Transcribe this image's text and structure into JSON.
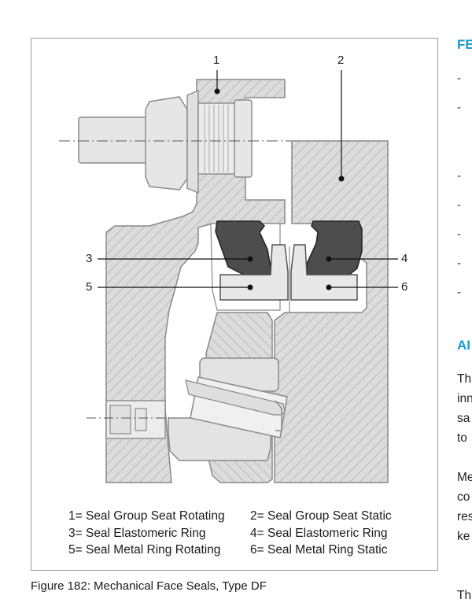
{
  "figure": {
    "callouts": [
      "1",
      "2",
      "3",
      "4",
      "5",
      "6"
    ],
    "legend": [
      [
        "1= Seal Group Seat Rotating",
        "2= Seal Group Seat Static"
      ],
      [
        "3= Seal Elastomeric Ring",
        "4= Seal Elastomeric Ring"
      ],
      [
        "5= Seal Metal Ring Rotating",
        "6= Seal Metal Ring Static"
      ]
    ],
    "caption": "Figure 182: Mechanical Face Seals, Type DF"
  },
  "right_column": {
    "heading_1": "FE",
    "heading_2": "AI",
    "bullet": "-",
    "para_1": [
      "Th",
      "inn",
      "sa",
      "to"
    ],
    "para_2": [
      "Me",
      "co",
      "res",
      "ke"
    ],
    "para_3": [
      "Th"
    ]
  },
  "colors": {
    "accent": "#1a9bc7",
    "hatch_fill": "#dcdcdc",
    "seal_dark": "#4d4d4d",
    "outline": "#808080"
  }
}
